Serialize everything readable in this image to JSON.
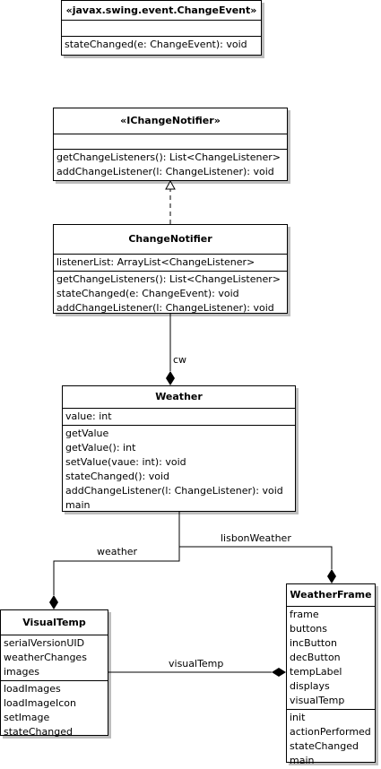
{
  "classes": {
    "change_event": {
      "title": "«javax.swing.event.ChangeEvent»",
      "attributes": [],
      "methods": [
        "stateChanged(e: ChangeEvent): void"
      ]
    },
    "ichange_notifier": {
      "title": "«IChangeNotifier»",
      "attributes": [],
      "methods": [
        "getChangeListeners(): List<ChangeListener>",
        "addChangeListener(l: ChangeListener): void"
      ]
    },
    "change_notifier": {
      "title": "ChangeNotifier",
      "attributes": [
        "listenerList: ArrayList<ChangeListener>"
      ],
      "methods": [
        "getChangeListeners(): List<ChangeListener>",
        "stateChanged(e: ChangeEvent): void",
        "addChangeListener(l: ChangeListener): void"
      ]
    },
    "weather": {
      "title": "Weather",
      "attributes": [
        "value: int"
      ],
      "methods": [
        "getValue",
        "getValue(): int",
        "setValue(vaue: int): void",
        "stateChanged(): void",
        "addChangeListener(l: ChangeListener): void",
        "main"
      ]
    },
    "visual_temp": {
      "title": "VisualTemp",
      "attributes": [
        "serialVersionUID",
        "weatherChanges",
        "images"
      ],
      "methods": [
        "loadImages",
        "loadImageIcon",
        "setImage",
        "stateChanged"
      ]
    },
    "weather_frame": {
      "title": "WeatherFrame",
      "attributes": [
        "frame",
        "buttons",
        "incButton",
        "decButton",
        "tempLabel",
        "displays",
        "visualTemp"
      ],
      "methods": [
        "init",
        "actionPerformed",
        "stateChanged",
        "main"
      ]
    }
  },
  "associations": {
    "cw": "cw",
    "weather": "weather",
    "lisbon_weather": "lisbonWeather",
    "visual_temp": "visualTemp"
  }
}
